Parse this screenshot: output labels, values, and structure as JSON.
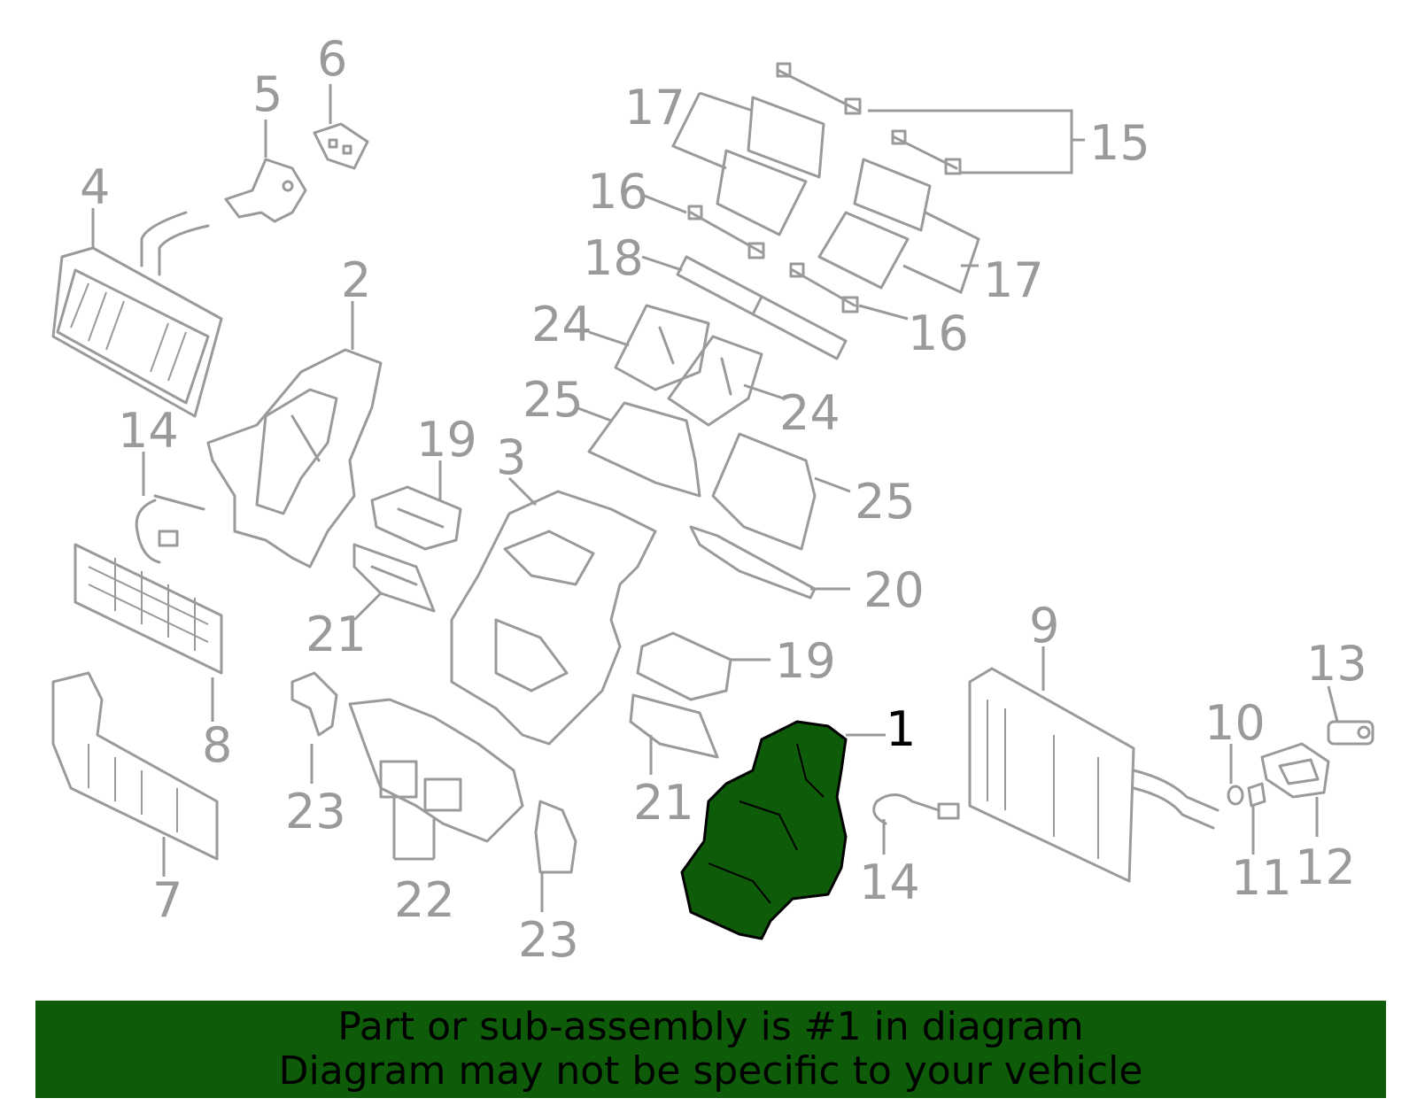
{
  "diagram": {
    "callouts": [
      {
        "id": "c1",
        "text": "1"
      },
      {
        "id": "c2",
        "text": "2"
      },
      {
        "id": "c3",
        "text": "3"
      },
      {
        "id": "c4",
        "text": "4"
      },
      {
        "id": "c5",
        "text": "5"
      },
      {
        "id": "c6",
        "text": "6"
      },
      {
        "id": "c7",
        "text": "7"
      },
      {
        "id": "c8",
        "text": "8"
      },
      {
        "id": "c9",
        "text": "9"
      },
      {
        "id": "c10",
        "text": "10"
      },
      {
        "id": "c11",
        "text": "11"
      },
      {
        "id": "c12",
        "text": "12"
      },
      {
        "id": "c13",
        "text": "13"
      },
      {
        "id": "c14a",
        "text": "14"
      },
      {
        "id": "c14b",
        "text": "14"
      },
      {
        "id": "c15",
        "text": "15"
      },
      {
        "id": "c16a",
        "text": "16"
      },
      {
        "id": "c16b",
        "text": "16"
      },
      {
        "id": "c17a",
        "text": "17"
      },
      {
        "id": "c17b",
        "text": "17"
      },
      {
        "id": "c18",
        "text": "18"
      },
      {
        "id": "c19a",
        "text": "19"
      },
      {
        "id": "c19b",
        "text": "19"
      },
      {
        "id": "c20",
        "text": "20"
      },
      {
        "id": "c21a",
        "text": "21"
      },
      {
        "id": "c21b",
        "text": "21"
      },
      {
        "id": "c22",
        "text": "22"
      },
      {
        "id": "c23a",
        "text": "23"
      },
      {
        "id": "c23b",
        "text": "23"
      },
      {
        "id": "c24a",
        "text": "24"
      },
      {
        "id": "c24b",
        "text": "24"
      },
      {
        "id": "c25a",
        "text": "25"
      },
      {
        "id": "c25b",
        "text": "25"
      }
    ]
  },
  "colors": {
    "highlight_fill": "#0e5c0a",
    "line_art": "#9a9a9a",
    "banner_bg": "#0e5c0a"
  },
  "banner": {
    "line1": "Part or sub-assembly is #1 in diagram",
    "line2": "Diagram may not be specific to your vehicle"
  }
}
